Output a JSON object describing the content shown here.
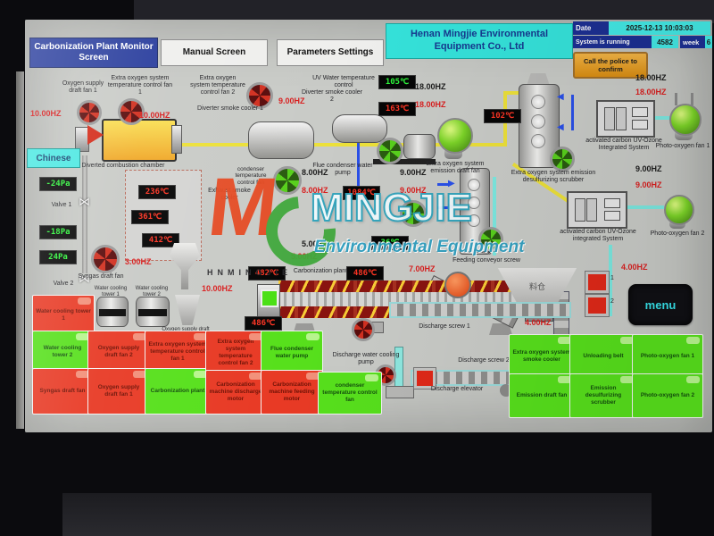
{
  "window": {
    "tabs": [
      {
        "label": "Carbonization Plant Monitor Screen",
        "active": true
      },
      {
        "label": "Manual Screen",
        "active": false
      },
      {
        "label": "Parameters Settings",
        "active": false
      }
    ],
    "company": "Henan Mingjie Environmental Equipment Co., Ltd",
    "date_label": "Date",
    "date_value": "2025-12-13 10:03:03",
    "running_label": "System is running",
    "running_value": "4582",
    "week_label": "week",
    "week_value": "6",
    "alarm_button": "Call the police to confirm"
  },
  "controls": {
    "language_button": "Chinese",
    "menu_button": "menu",
    "hopper_valve1": "1",
    "hopper_valve2": "2"
  },
  "logo": {
    "monogram": "M",
    "wordmark": "MINGJIE",
    "tagline": "Environmental Equipment",
    "subbrand": "HNMINGJIE"
  },
  "diagram": {
    "labels": {
      "oxygen_fan1": "Oxygen supply draft fan 1",
      "temp_fan1": "Extra oxygen system temperature control fan 1",
      "temp_fan2": "Extra oxygen system temperature control fan 2",
      "combustion_chamber": "Diverted combustion chamber",
      "smoke_cooler1": "Diverter smoke cooler 1",
      "smoke_cooler2": "Diverter smoke cooler 2",
      "uv_water": "UV Water temperature control",
      "flue_pump": "Flue condenser water pump",
      "emission_fan": "Extra oxygen system emission draft fan",
      "scrubber": "Extra oxygen system emission desulfurizing scrubber",
      "carbon_box1": "activated carbon UV-Ozone Integrated System",
      "carbon_box2": "activated carbon UV-Ozone integrated System",
      "photo_fan1": "Photo-oxygen fan 1",
      "photo_fan2": "Photo-oxygen fan 2",
      "condenser_fan": "condenser temperature control fan",
      "exhaust_cooler": "Exhaust smoke cooler",
      "valve1": "Valve 1",
      "valve2": "Valve 2",
      "syngas_fan": "Syngas draft fan",
      "water_tower1": "Water cooling tower 1",
      "water_tower2": "Water cooling tower 2",
      "oxygen_supply": "Oxygen supply draft fan",
      "kiln": "Carbonization plant",
      "feeding_short": "Feeding",
      "feeding_screw": "Feeding conveyor screw",
      "hopper": "料仓",
      "discharge_screw1": "Discharge screw 1",
      "discharge_screw2": "Discharge screw 2",
      "discharge_elevator": "Discharge elevator",
      "discharge_pump": "Discharge water cooling pump"
    },
    "hz": {
      "burner": "10.00HZ",
      "chamber_out": "10.00HZ",
      "cooler1": "9.00HZ",
      "emission_set": "18.00HZ",
      "emission_actual": "18.00HZ",
      "photo1_set": "18.00HZ",
      "photo1_actual": "18.00HZ",
      "condenser_set": "8.00HZ",
      "condenser_actual": "8.00HZ",
      "scrubber_set": "9.00HZ",
      "scrubber_actual": "9.00HZ",
      "photo2_set": "9.00HZ",
      "photo2_actual": "9.00HZ",
      "exhaust_set": "5.00HZ",
      "exhaust_actual": "5.00HZ",
      "syngas": "3.00HZ",
      "kiln": "10.00HZ",
      "feeding": "7.00HZ",
      "discharge_right": "4.00HZ",
      "discharge_screw": "4.00HZ"
    },
    "displays": {
      "uv_temp": "105℃",
      "cooler_temp": "163℃",
      "tower_temp": "102℃",
      "furnace_t1": "236℃",
      "furnace_t2": "361℃",
      "furnace_t3": "412℃",
      "condenser_temp": "1084℃",
      "scrubber_temp": "36℃",
      "pressure1": "-24Pa",
      "pressure2": "-18Pa",
      "pressure3": "24Pa",
      "kiln_t1": "482℃",
      "kiln_t2": "486℃",
      "kiln_t3": "486℃"
    }
  },
  "panel_buttons": {
    "left": [
      {
        "label": "Water cooling tower 1",
        "state": "red"
      },
      {
        "label": "Water cooling tower 2",
        "state": "green"
      },
      {
        "label": "Oxygen supply draft fan 2",
        "state": "red"
      },
      {
        "label": "Extra oxygen system temperature control fan 1",
        "state": "red"
      },
      {
        "label": "Syngas draft fan",
        "state": "red"
      },
      {
        "label": "Oxygen supply draft fan 1",
        "state": "red"
      },
      {
        "label": "Carbonization plant",
        "state": "green"
      }
    ],
    "middle": [
      {
        "label": "Extra oxygen system temperature control fan 2",
        "state": "red"
      },
      {
        "label": "Flue condenser water pump",
        "state": "green"
      },
      {
        "label": "Carbonization machine discharge motor",
        "state": "red"
      },
      {
        "label": "Carbonization machine feeding motor",
        "state": "red"
      },
      {
        "label": "condenser temperature control fan",
        "state": "green"
      }
    ],
    "right": [
      {
        "label": "Extra oxygen system smoke cooler",
        "state": "green"
      },
      {
        "label": "Unloading belt",
        "state": "green"
      },
      {
        "label": "Photo-oxygen fan 1",
        "state": "green"
      },
      {
        "label": "Emission draft fan",
        "state": "green"
      },
      {
        "label": "Emission desulfurizing scrubber",
        "state": "green"
      },
      {
        "label": "Photo-oxygen fan 2",
        "state": "green"
      }
    ]
  },
  "colors": {
    "active_tab_blue": "#2b3f9e",
    "header_cyan": "#35e2da",
    "info_blue": "#1c2f92",
    "alarm_orange": "#e0a02a",
    "button_red": "#e83a25",
    "button_green": "#57e01c",
    "led_red": "#ff3524",
    "led_green": "#2df53a",
    "hz_red": "#d91f1f",
    "pipe_yellow": "#ece03a",
    "pipe_cyan": "#7ce8e0",
    "canvas_gray": "#c9cbc7"
  }
}
